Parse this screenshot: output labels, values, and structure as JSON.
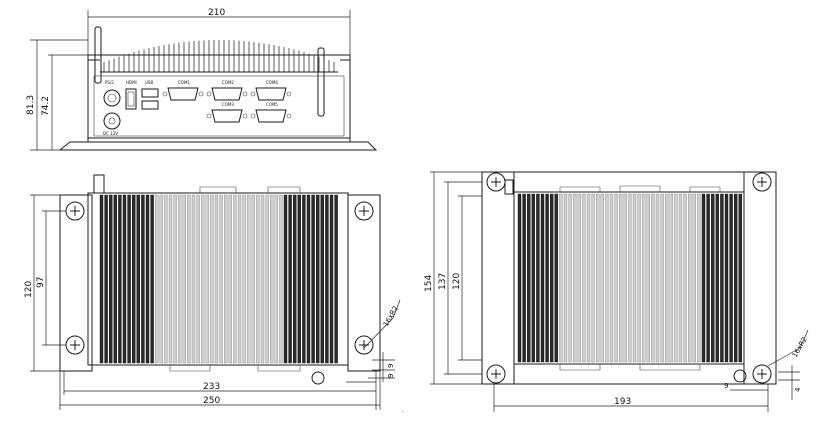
{
  "dimensions": {
    "front_width": "210",
    "front_height": "81.3",
    "front_height2": "74.2",
    "left_length_inner": "233",
    "left_length_outer": "250",
    "left_height_outer": "120",
    "left_height_inner": "97",
    "left_slot": "16xR2",
    "left_slot_9a": "9",
    "left_slot_9b": "9",
    "right_height_outer": "154",
    "right_height_mid": "137",
    "right_height_inner": "120",
    "right_length": "193",
    "right_slot": "16xR2",
    "right_slot_9a": "9",
    "right_slot_4": "4"
  },
  "port_labels": {
    "ps2": "PS/2",
    "hdmi": "HDMI",
    "usb": "USB",
    "com1": "COM1",
    "com2": "COM2",
    "com3": "COM3",
    "com4": "COM4",
    "com5": "COM5",
    "dc": "DC 12V"
  },
  "colors": {
    "line": "#1a1a1a",
    "fin_dark": "#2a2a2a",
    "fin_light": "#cfcfcf"
  }
}
